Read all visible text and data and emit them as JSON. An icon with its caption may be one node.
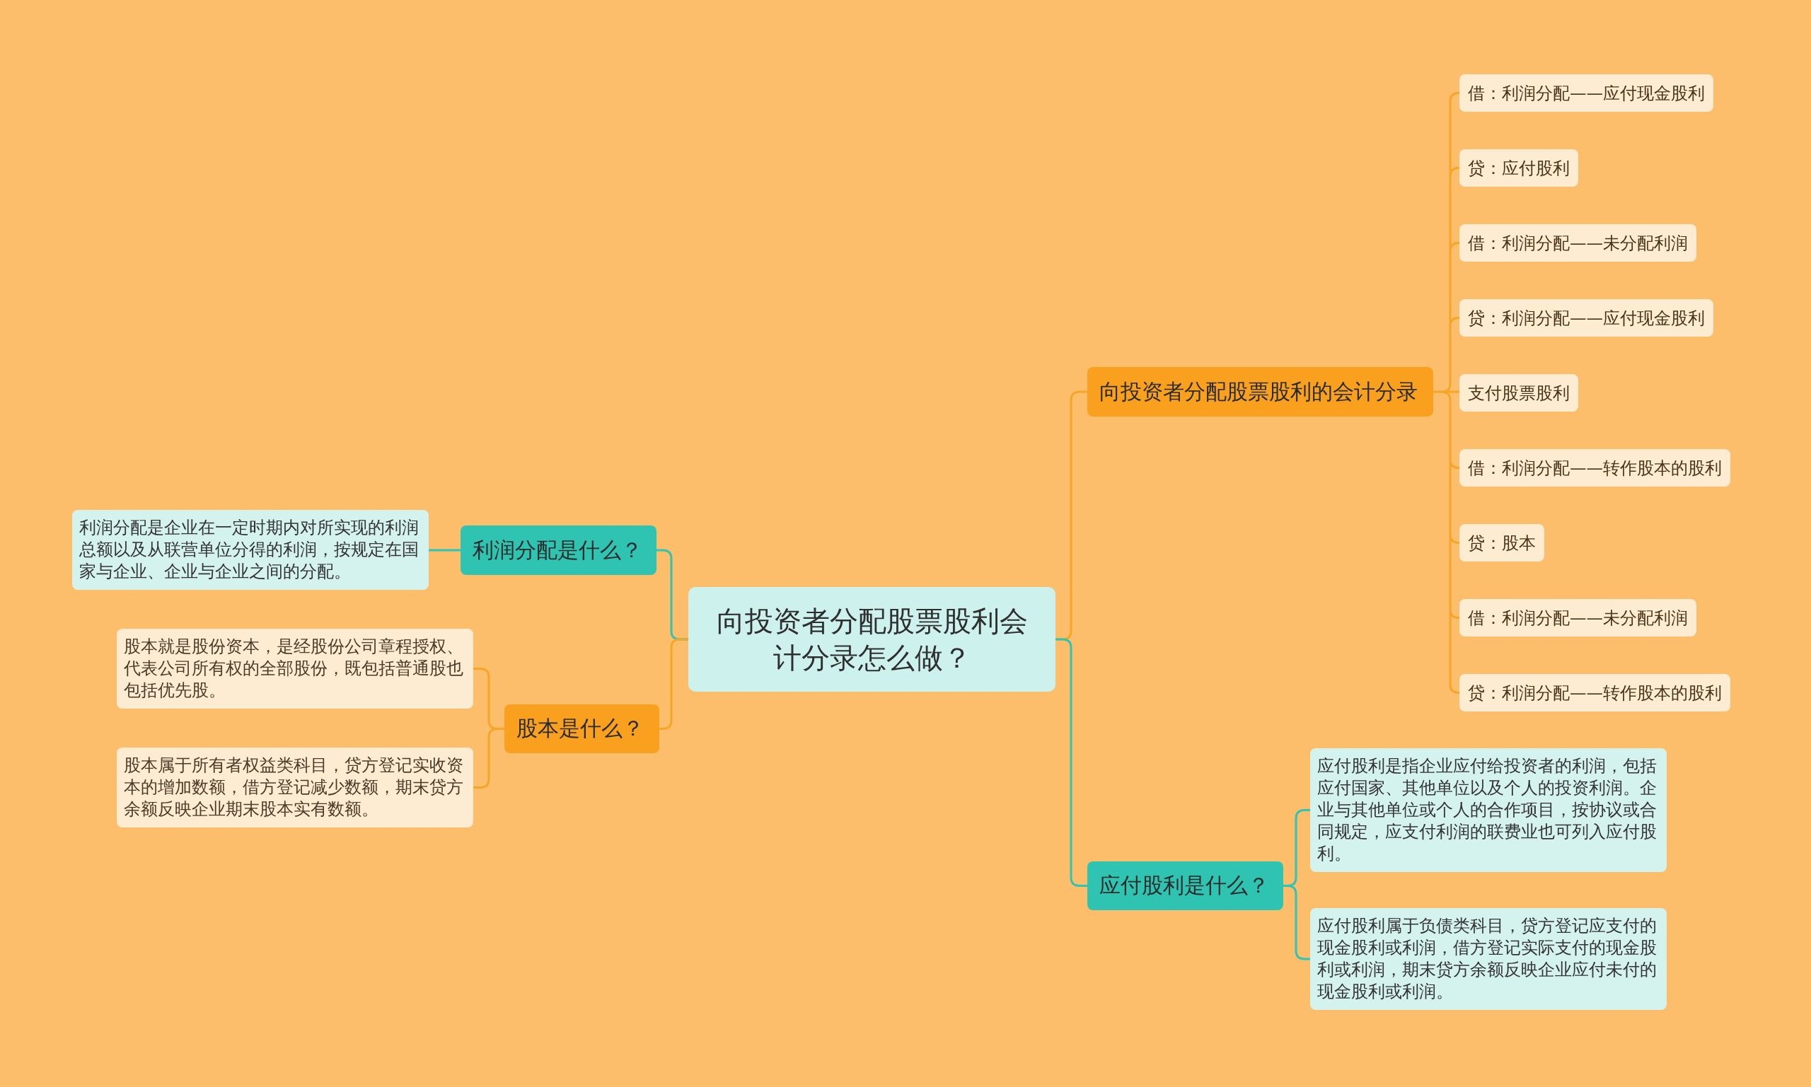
{
  "diagram": {
    "nodes": [
      {
        "text": [
          "向投资者分配股票股利会计分录怎么做？"
        ]
      },
      {
        "text": [
          "利润分配是什么？"
        ]
      },
      {
        "text": [
          "利润分配是企业在一定时期内对所实现的利润总额以及从联营单位分得的利润，按规定在国家与企业、企业与企业之间的分配。"
        ]
      },
      {
        "text": [
          "股本是什么？"
        ]
      },
      {
        "text": [
          "股本就是股份资本，是经股份公司章程授权、代表公司所有权的全部股份，既包括普通股也包括优先股。"
        ]
      },
      {
        "text": [
          "股本属于所有者权益类科目，贷方登记实收资本的增加数额，借方登记减少数额，期末贷方余额反映企业期末股本实有数额。"
        ]
      },
      {
        "text": [
          "向投资者分配股票股利的会计分录"
        ]
      },
      {
        "text": [
          "借：利润分配——应付现金股利"
        ]
      },
      {
        "text": [
          "贷：应付股利"
        ]
      },
      {
        "text": [
          "借：利润分配——未分配利润"
        ]
      },
      {
        "text": [
          "贷：利润分配——应付现金股利"
        ]
      },
      {
        "text": [
          "支付股票股利"
        ]
      },
      {
        "text": [
          "借：利润分配——转作股本的股利"
        ]
      },
      {
        "text": [
          "贷：股本"
        ]
      },
      {
        "text": [
          "借：利润分配——未分配利润"
        ]
      },
      {
        "text": [
          "贷：利润分配——转作股本的股利"
        ]
      },
      {
        "text": [
          "应付股利是什么？"
        ]
      },
      {
        "text": [
          "应付股利是指企业应付给投资者的利润，包括应付国家、其他单位以及个人的投资利润。企业与其他单位或个人的合作项目，按协议或合同规定，应支付利润的联费业也可列入应付股利。"
        ]
      },
      {
        "text": [
          "应付股利属于负债类科目，贷方登记应支付的现金股利或利润，借方登记实际支付的现金股利或利润，期末贷方余额反映企业应付未付的现金股利或利润。"
        ]
      }
    ],
    "edges": [
      {
        "from": 0,
        "to": 1,
        "arrow": "none",
        "color": "#2ec4b6"
      },
      {
        "from": 1,
        "to": 2,
        "arrow": "none",
        "color": "#2ec4b6"
      },
      {
        "from": 0,
        "to": 3,
        "arrow": "none"
      },
      {
        "from": 3,
        "to": 4,
        "arrow": "none"
      },
      {
        "from": 3,
        "to": 5,
        "arrow": "none"
      },
      {
        "from": 0,
        "to": 6,
        "arrow": "none"
      },
      {
        "from": 6,
        "to": 7,
        "arrow": "none"
      },
      {
        "from": 6,
        "to": 8,
        "arrow": "none"
      },
      {
        "from": 6,
        "to": 9,
        "arrow": "none"
      },
      {
        "from": 6,
        "to": 10,
        "arrow": "none"
      },
      {
        "from": 6,
        "to": 11,
        "arrow": "none"
      },
      {
        "from": 6,
        "to": 12,
        "arrow": "none"
      },
      {
        "from": 6,
        "to": 13,
        "arrow": "none"
      },
      {
        "from": 6,
        "to": 14,
        "arrow": "none"
      },
      {
        "from": 6,
        "to": 15,
        "arrow": "none"
      },
      {
        "from": 0,
        "to": 16,
        "arrow": "none",
        "color": "#2ec4b6"
      },
      {
        "from": 16,
        "to": 17,
        "arrow": "none",
        "color": "#2ec4b6"
      },
      {
        "from": 16,
        "to": 18,
        "arrow": "none",
        "color": "#2ec4b6"
      }
    ]
  }
}
